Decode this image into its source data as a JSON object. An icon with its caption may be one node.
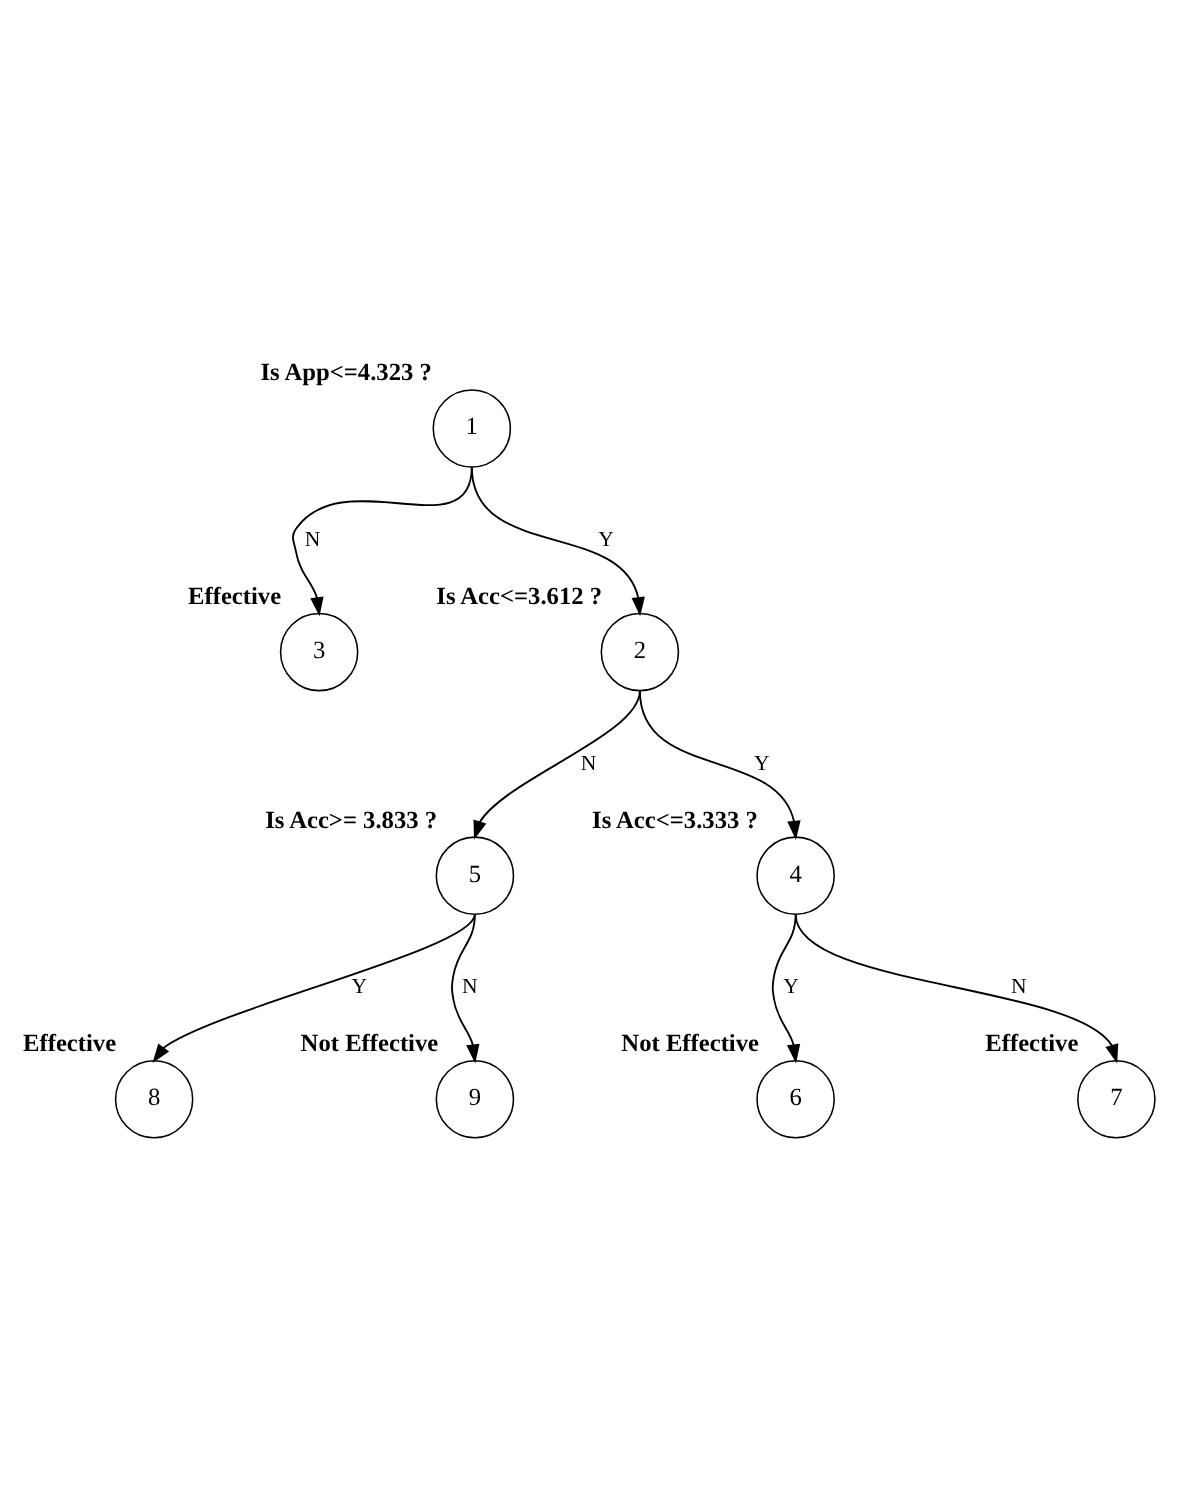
{
  "diagram": {
    "nodes": [
      {
        "text": [
          "1"
        ],
        "beside": [
          "Is App<=4.323 ?"
        ]
      },
      {
        "text": [
          "3"
        ],
        "beside": [
          "Effective"
        ]
      },
      {
        "text": [
          "2"
        ],
        "beside": [
          "Is Acc<=3.612 ?"
        ]
      },
      {
        "text": [
          "5"
        ],
        "beside": [
          "Is Acc>= 3.833 ?"
        ]
      },
      {
        "text": [
          "4"
        ],
        "beside": [
          "Is Acc<=3.333 ?"
        ]
      },
      {
        "text": [
          "8"
        ],
        "beside": [
          "Effective"
        ]
      },
      {
        "text": [
          "9"
        ],
        "beside": [
          "Not Effective"
        ]
      },
      {
        "text": [
          "6"
        ],
        "beside": [
          "Not Effective"
        ]
      },
      {
        "text": [
          "7"
        ],
        "beside": [
          "Effective"
        ]
      }
    ],
    "edges": [
      {
        "from": 0,
        "to": 1,
        "arrow": "to",
        "label": "N"
      },
      {
        "from": 0,
        "to": 2,
        "arrow": "to",
        "label": "Y"
      },
      {
        "from": 2,
        "to": 3,
        "arrow": "to",
        "label": "N"
      },
      {
        "from": 2,
        "to": 4,
        "arrow": "to",
        "label": "Y"
      },
      {
        "from": 3,
        "to": 5,
        "arrow": "to",
        "label": "Y"
      },
      {
        "from": 3,
        "to": 6,
        "arrow": "to",
        "label": "N"
      },
      {
        "from": 4,
        "to": 7,
        "arrow": "to",
        "label": "Y"
      },
      {
        "from": 4,
        "to": 8,
        "arrow": "to",
        "label": "N"
      }
    ]
  }
}
